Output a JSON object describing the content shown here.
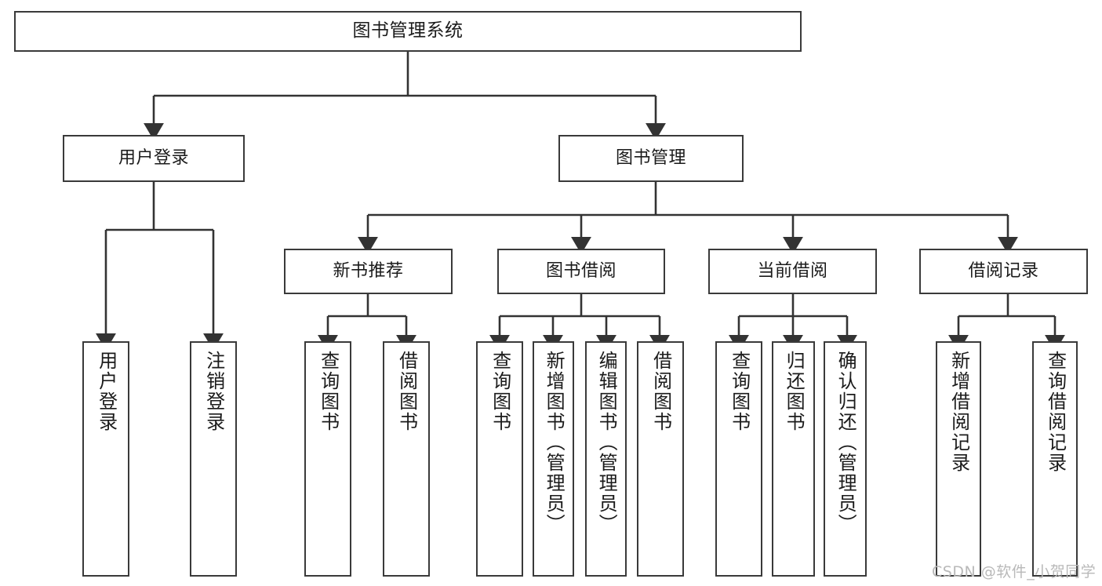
{
  "diagram": {
    "title": "图书管理系统",
    "type": "hierarchy-tree",
    "watermark": "CSDN @软件_小贺同学",
    "nodes": {
      "root": {
        "label": "图书管理系统"
      },
      "level2": [
        {
          "label": "用户登录"
        },
        {
          "label": "图书管理"
        }
      ],
      "level3": [
        {
          "label": "新书推荐"
        },
        {
          "label": "图书借阅"
        },
        {
          "label": "当前借阅"
        },
        {
          "label": "借阅记录"
        }
      ],
      "leaves_user_login": [
        {
          "label": "用户登录"
        },
        {
          "label": "注销登录"
        }
      ],
      "leaves_new_book": [
        {
          "label": "查询图书"
        },
        {
          "label": "借阅图书"
        }
      ],
      "leaves_borrow": [
        {
          "label": "查询图书"
        },
        {
          "label": "新增图书（管理员）"
        },
        {
          "label": "编辑图书（管理员）"
        },
        {
          "label": "借阅图书"
        }
      ],
      "leaves_current": [
        {
          "label": "查询图书"
        },
        {
          "label": "归还图书"
        },
        {
          "label": "确认归还（管理员）"
        }
      ],
      "leaves_record": [
        {
          "label": "新增借阅记录"
        },
        {
          "label": "查询借阅记录"
        }
      ]
    },
    "colors": {
      "stroke": "#3a3a3a",
      "background": "#ffffff",
      "text": "#1b1b1b",
      "watermark": "#b9b9b9"
    }
  }
}
